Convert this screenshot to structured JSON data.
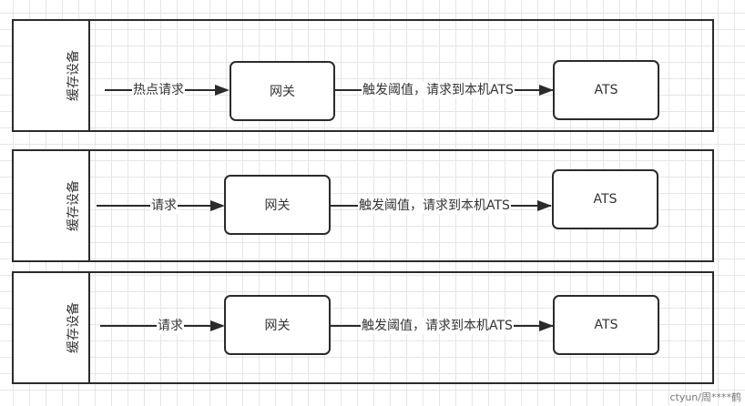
{
  "diagram": {
    "lanes": [
      {
        "label": "缓存设备",
        "incoming_label": "热点请求",
        "gateway": "网关",
        "forward_label": "触发阈值，请求到本机ATS",
        "target": "ATS"
      },
      {
        "label": "缓存设备",
        "incoming_label": "请求",
        "gateway": "网关",
        "forward_label": "触发阈值，请求到本机ATS",
        "target": "ATS"
      },
      {
        "label": "缓存设备",
        "incoming_label": "请求",
        "gateway": "网关",
        "forward_label": "触发阈值，请求到本机ATS",
        "target": "ATS"
      }
    ]
  },
  "watermark": "ctyun/周****鹤",
  "colors": {
    "stroke": "#2b2b2b",
    "grid": "#e6e6e6",
    "text": "#333333"
  }
}
